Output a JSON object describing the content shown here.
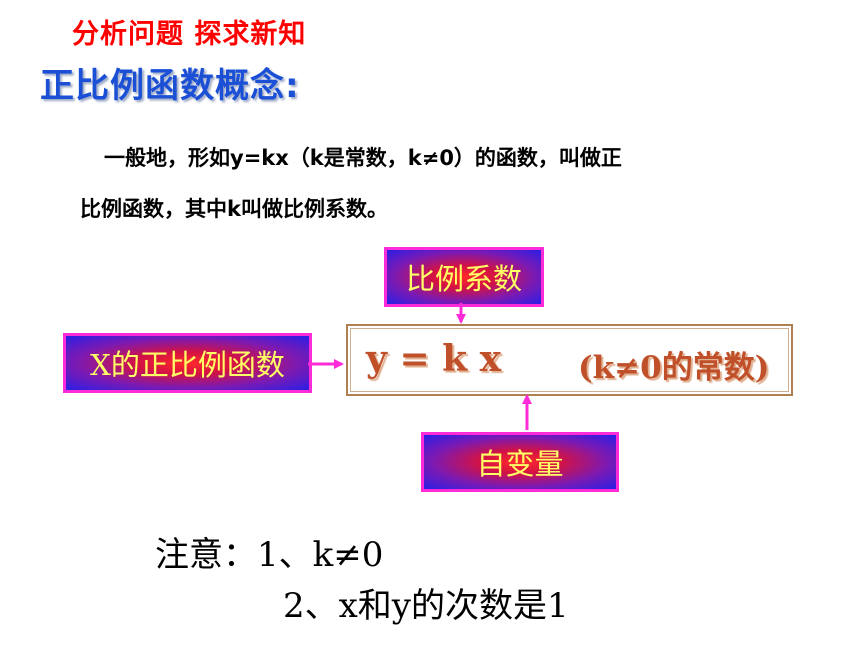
{
  "header": {
    "title": "分析问题  探求新知"
  },
  "section": {
    "title": "正比例函数概念:"
  },
  "definition": {
    "line1": "一般地，形如y=kx（k是常数，k≠0）的函数，叫做正",
    "line2": "比例函数，其中k叫做比例系数。"
  },
  "diagram": {
    "coefficient_label": "比例系数",
    "x_function_label": "X的正比例函数",
    "variable_label": "自变量",
    "formula": "y  =  k  x",
    "condition": "(k≠0的常数)"
  },
  "notes": {
    "line1": "注意：1、k≠0",
    "line2": "2、x和y的次数是1"
  },
  "colors": {
    "header": "#ff0000",
    "section": "#1a4fd6",
    "box_border": "#ff2bd8",
    "box_text": "#ffff66",
    "formula": "#c0502a",
    "arrow": "#ff2bd8"
  }
}
